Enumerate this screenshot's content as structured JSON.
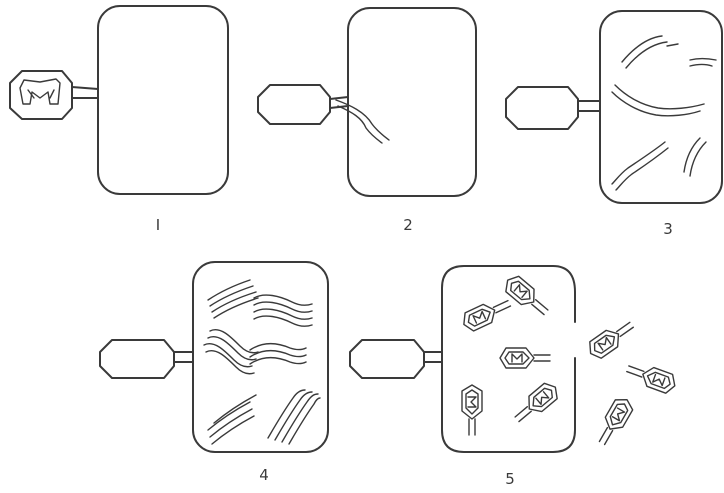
{
  "stages": [
    {
      "label": "I"
    },
    {
      "label": "2"
    },
    {
      "label": "3"
    },
    {
      "label": "4"
    },
    {
      "label": "5"
    }
  ],
  "colors": {
    "ink": "#3a3a3a",
    "background": "#ffffff"
  }
}
